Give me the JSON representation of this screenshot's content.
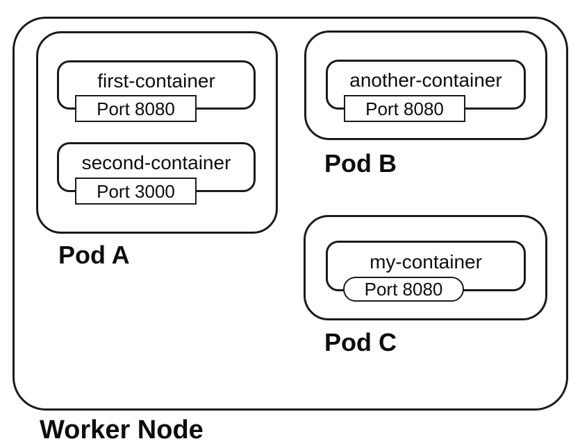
{
  "node": {
    "label": "Worker Node",
    "pods": [
      {
        "id": "pod-a",
        "label": "Pod A",
        "containers": [
          {
            "name": "first-container",
            "port_label": "Port 8080",
            "port_shape": "rect"
          },
          {
            "name": "second-container",
            "port_label": "Port 3000",
            "port_shape": "rect"
          }
        ]
      },
      {
        "id": "pod-b",
        "label": "Pod B",
        "containers": [
          {
            "name": "another-container",
            "port_label": "Port 8080",
            "port_shape": "rect"
          }
        ]
      },
      {
        "id": "pod-c",
        "label": "Pod C",
        "containers": [
          {
            "name": "my-container",
            "port_label": "Port 8080",
            "port_shape": "pill"
          }
        ]
      }
    ]
  },
  "colors": {
    "stroke": "#1a1a1a",
    "background": "#ffffff",
    "text": "#0d0d0d"
  }
}
